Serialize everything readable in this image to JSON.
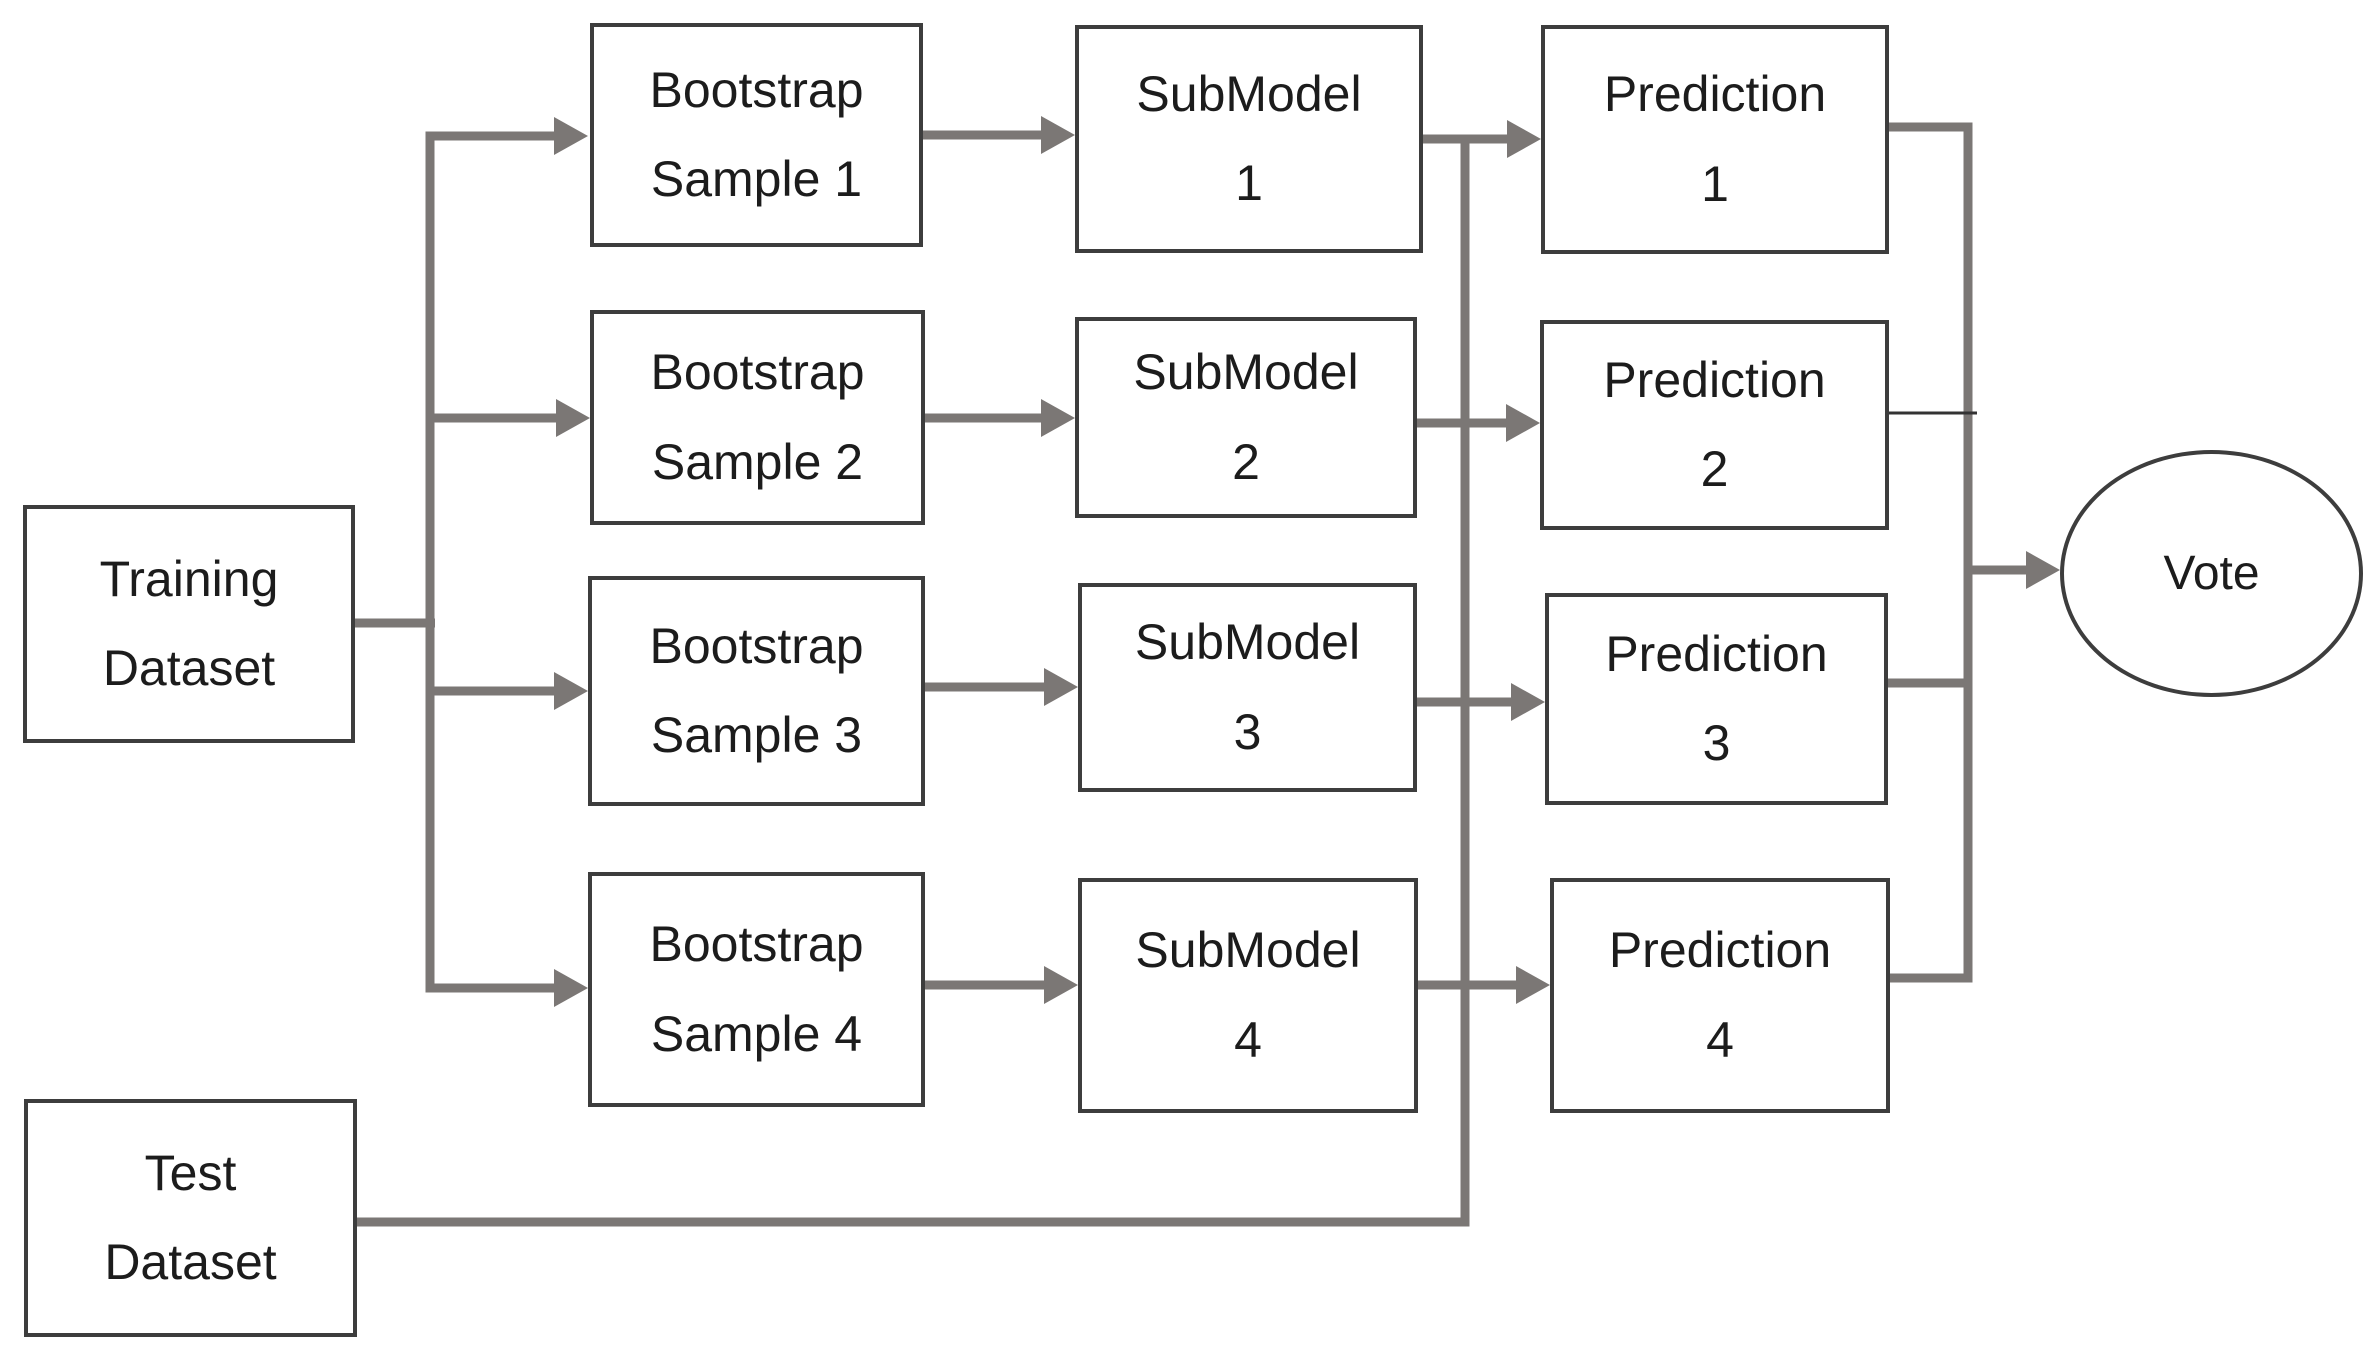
{
  "colors": {
    "connector": "#7b7775",
    "thin_line": "#333333",
    "box_border": "#3d3d3d",
    "text": "#1c1c1c",
    "background": "#ffffff"
  },
  "diagram": {
    "type": "flowchart",
    "description": "Bagging ensemble flow: training dataset is bootstrapped into samples, each trains a sub-model, sub-models score the test dataset to produce predictions, predictions are combined by vote",
    "nodes": {
      "training": {
        "line1": "Training",
        "line2": "Dataset"
      },
      "test": {
        "line1": "Test",
        "line2": "Dataset"
      },
      "bootstrap": [
        {
          "line1": "Bootstrap",
          "line2": "Sample 1"
        },
        {
          "line1": "Bootstrap",
          "line2": "Sample 2"
        },
        {
          "line1": "Bootstrap",
          "line2": "Sample 3"
        },
        {
          "line1": "Bootstrap",
          "line2": "Sample 4"
        }
      ],
      "submodel": [
        {
          "line1": "SubModel",
          "line2": "1"
        },
        {
          "line1": "SubModel",
          "line2": "2"
        },
        {
          "line1": "SubModel",
          "line2": "3"
        },
        {
          "line1": "SubModel",
          "line2": "4"
        }
      ],
      "prediction": [
        {
          "line1": "Prediction",
          "line2": "1"
        },
        {
          "line1": "Prediction",
          "line2": "2"
        },
        {
          "line1": "Prediction",
          "line2": "3"
        },
        {
          "line1": "Prediction",
          "line2": "4"
        }
      ],
      "vote": {
        "label": "Vote"
      }
    },
    "edges": [
      {
        "from": "Training Dataset",
        "to": "Bootstrap Sample 1"
      },
      {
        "from": "Training Dataset",
        "to": "Bootstrap Sample 2"
      },
      {
        "from": "Training Dataset",
        "to": "Bootstrap Sample 3"
      },
      {
        "from": "Training Dataset",
        "to": "Bootstrap Sample 4"
      },
      {
        "from": "Bootstrap Sample 1",
        "to": "SubModel 1"
      },
      {
        "from": "Bootstrap Sample 2",
        "to": "SubModel 2"
      },
      {
        "from": "Bootstrap Sample 3",
        "to": "SubModel 3"
      },
      {
        "from": "Bootstrap Sample 4",
        "to": "SubModel 4"
      },
      {
        "from": "SubModel 1",
        "to": "Prediction 1"
      },
      {
        "from": "SubModel 2",
        "to": "Prediction 2"
      },
      {
        "from": "SubModel 3",
        "to": "Prediction 3"
      },
      {
        "from": "SubModel 4",
        "to": "Prediction 4"
      },
      {
        "from": "Test Dataset",
        "to": "Prediction 1 (joins SubModel 1 output)"
      },
      {
        "from": "Test Dataset",
        "to": "Prediction 2 (joins SubModel 2 output)"
      },
      {
        "from": "Test Dataset",
        "to": "Prediction 3 (joins SubModel 3 output)"
      },
      {
        "from": "Test Dataset",
        "to": "Prediction 4 (joins SubModel 4 output)"
      },
      {
        "from": "Prediction 1",
        "to": "Vote"
      },
      {
        "from": "Prediction 2",
        "to": "Vote"
      },
      {
        "from": "Prediction 3",
        "to": "Vote"
      },
      {
        "from": "Prediction 4",
        "to": "Vote"
      }
    ]
  }
}
